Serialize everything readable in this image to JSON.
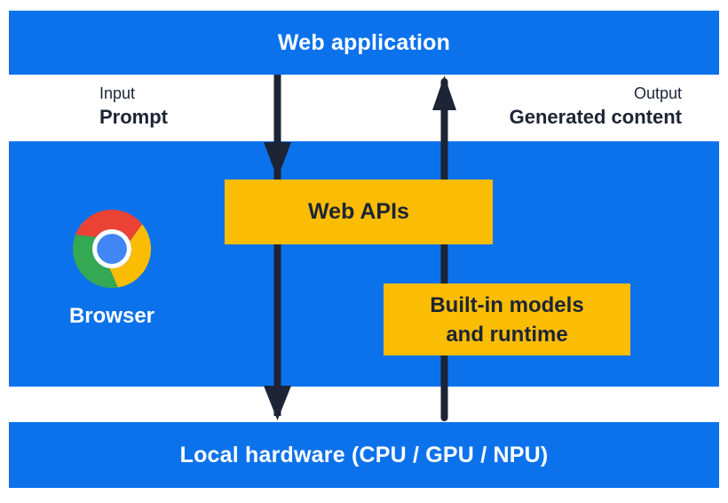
{
  "diagram": {
    "title": "Web application",
    "input": {
      "label": "Input",
      "value": "Prompt"
    },
    "output": {
      "label": "Output",
      "value": "Generated content"
    },
    "browser": {
      "label": "Browser",
      "icon": "chrome-logo"
    },
    "boxes": {
      "web_apis": "Web APIs",
      "builtin_line1": "Built-in models",
      "builtin_line2": "and runtime"
    },
    "hardware": "Local hardware (CPU / GPU / NPU)",
    "arrows": [
      {
        "name": "prompt-flow",
        "direction": "down",
        "from": "Web application",
        "via": "Web APIs",
        "to": "Local hardware (CPU / GPU / NPU)"
      },
      {
        "name": "generated-content-flow",
        "direction": "up",
        "from": "Local hardware (CPU / GPU / NPU)",
        "via": "Built-in models and runtime",
        "to": "Web application"
      }
    ]
  },
  "colors": {
    "band_blue": "#0b72ec",
    "box_yellow": "#fbbc04",
    "ink_navy": "#1c2435",
    "text_white": "#ffffff",
    "chrome_red": "#ea4335",
    "chrome_yellow": "#fbbc04",
    "chrome_green": "#34a853",
    "chrome_blue": "#4285f4"
  }
}
